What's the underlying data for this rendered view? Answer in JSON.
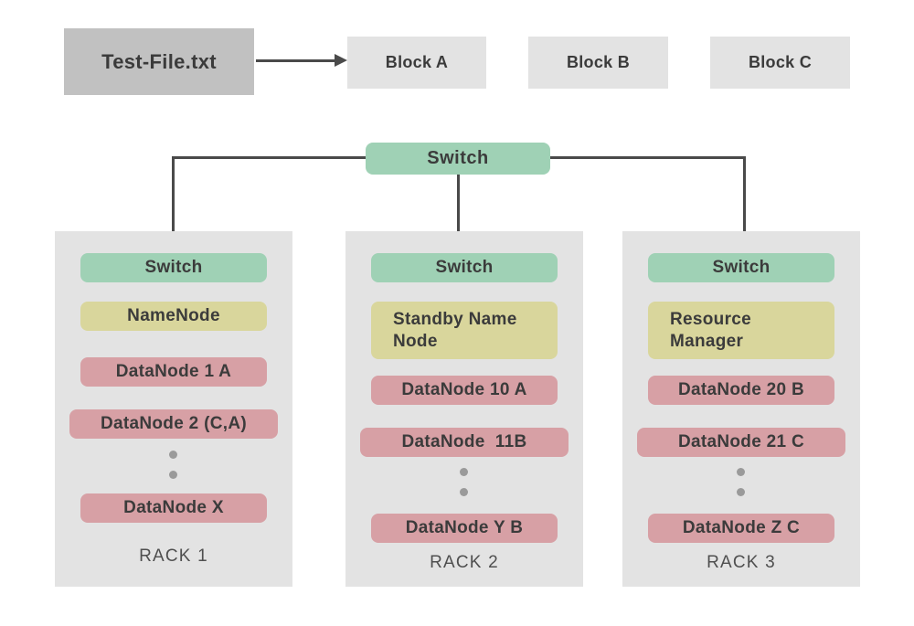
{
  "title": "HDFS cluster diagram",
  "colors": {
    "switch_green": "#9fd1b5",
    "name_node_khaki": "#d9d69c",
    "data_node_rose": "#d7a0a5",
    "rack_gray": "#e3e3e3",
    "file_gray": "#c1c1c1",
    "line_dark": "#4a4a4a",
    "text_dark": "#3b3b3b",
    "dot_gray": "#9a9a9a"
  },
  "file_flow": {
    "file_label": "Test-File.txt",
    "arrow_icon": "right-arrow",
    "blocks": [
      "Block A",
      "Block B",
      "Block C"
    ]
  },
  "core_switch": {
    "label": "Switch"
  },
  "racks": [
    {
      "name": "RACK 1",
      "nodes": [
        {
          "label": "Switch",
          "type": "switch"
        },
        {
          "label": "NameNode",
          "type": "name"
        },
        {
          "label": "DataNode 1 A",
          "type": "data"
        },
        {
          "label": "DataNode 2 (C,A)",
          "type": "data",
          "wide": true
        },
        {
          "label": "DataNode X",
          "type": "data"
        }
      ]
    },
    {
      "name": "RACK 2",
      "nodes": [
        {
          "label": "Switch",
          "type": "switch"
        },
        {
          "label": "Standby Name\nNode",
          "type": "name"
        },
        {
          "label": "DataNode 10 A",
          "type": "data"
        },
        {
          "label": "DataNode  11B",
          "type": "data",
          "wide": true
        },
        {
          "label": "DataNode Y B",
          "type": "data"
        }
      ]
    },
    {
      "name": "RACK 3",
      "nodes": [
        {
          "label": "Switch",
          "type": "switch"
        },
        {
          "label": "Resource\nManager",
          "type": "name"
        },
        {
          "label": "DataNode 20 B",
          "type": "data"
        },
        {
          "label": "DataNode 21 C",
          "type": "data",
          "wide": true
        },
        {
          "label": "DataNode Z C",
          "type": "data"
        }
      ]
    }
  ]
}
